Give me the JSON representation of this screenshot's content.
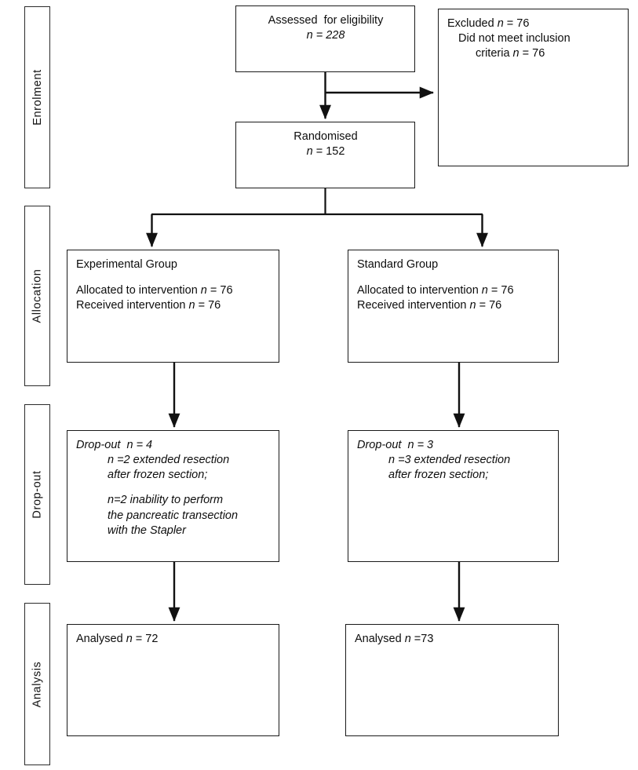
{
  "diagram": {
    "title": "CONSORT participant flow diagram",
    "type": "flowchart",
    "line_color": "#1a1a1a",
    "background": "#ffffff"
  },
  "stages": [
    {
      "id": "enrolment",
      "label": "Enrolment"
    },
    {
      "id": "allocation",
      "label": "Allocation"
    },
    {
      "id": "dropout",
      "label": "Drop-out"
    },
    {
      "id": "analysis",
      "label": "Analysis"
    }
  ],
  "nodes": {
    "assessed": {
      "title": "Assessed  for eligibility",
      "count_label": "n",
      "count_eq": " = ",
      "count_value": "228"
    },
    "excluded": {
      "line1_a": "Excluded ",
      "line1_n": "n",
      "line1_b": " = 76",
      "line2": "Did not meet inclusion",
      "line3_a": "criteria ",
      "line3_n": "n",
      "line3_b": " = 76"
    },
    "randomised": {
      "title": "Randomised",
      "count_label": "n",
      "count_eq": " = ",
      "count_value": "152"
    },
    "experimental": {
      "title": "Experimental Group",
      "allocated_a": "Allocated to intervention ",
      "allocated_n": "n",
      "allocated_b": " = 76",
      "received_a": "Received intervention ",
      "received_n": "n",
      "received_b": " = 76"
    },
    "standard": {
      "title": "Standard Group",
      "allocated_a": "Allocated to intervention ",
      "allocated_n": "n",
      "allocated_b": " = 76",
      "received_a": "Received intervention ",
      "received_n": "n",
      "received_b": " = 76"
    },
    "dropout_left": {
      "line1": "Drop-out  n = 4",
      "line2": "n =2 extended resection",
      "line3": "after frozen section;",
      "line4": "n=2 inability to perform",
      "line5": "the pancreatic transection",
      "line6": "with the Stapler"
    },
    "dropout_right": {
      "line1": "Drop-out  n = 3",
      "line2": "n =3 extended resection",
      "line3": "after frozen section;"
    },
    "analysis_left": {
      "text_a": "Analysed ",
      "text_n": "n",
      "text_b": " = 72"
    },
    "analysis_right": {
      "text_a": "Analysed ",
      "text_n": "n",
      "text_b": " =73"
    }
  }
}
